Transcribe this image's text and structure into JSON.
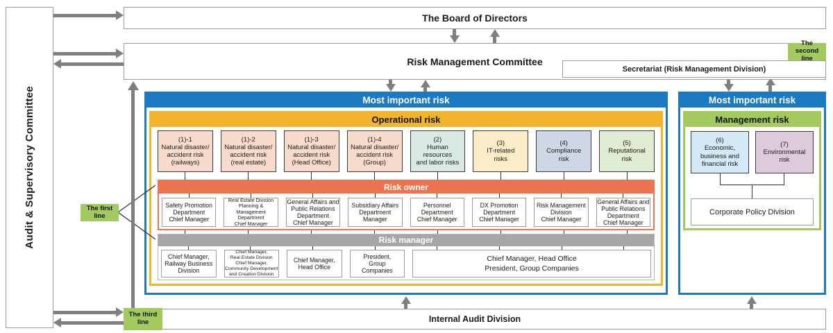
{
  "top": {
    "board": "The Board of Directors",
    "risk_committee": "Risk Management Committee",
    "secretariat": "Secretariat (Risk Management Division)"
  },
  "left": {
    "audit_committee": "Audit & Supervisory Committee"
  },
  "bottom": {
    "internal_audit": "Internal Audit Division"
  },
  "line_labels": {
    "first": "The first line",
    "second": "The second line",
    "third": "The third line"
  },
  "operational_panel": {
    "header": "Most important risk",
    "category": "Operational risk",
    "owner_bar": "Risk owner",
    "manager_bar": "Risk manager",
    "columns": [
      {
        "risk": "(1)-1\nNatural disaster/\naccident risk\n(railways)",
        "owner": "Safety Promotion\nDepartment\nChief Manager",
        "manager": "Chief Manager,\nRailway Business\nDivision"
      },
      {
        "risk": "(1)-2\nNatural disaster/\naccident risk\n(real estate)",
        "owner": "Real Estate Division\nPlanning & Management\nDepartment\nChief Manager",
        "manager": "Chief Manager,\nReal Estate Division\nChief Manager,\nCommunity Development\nand Creation Division"
      },
      {
        "risk": "(1)-3\nNatural disaster/\naccident risk\n(Head Office)",
        "owner": "General Affairs and\nPublic Relations\nDepartment\nChief Manager",
        "manager": "Chief Manager,\nHead Office"
      },
      {
        "risk": "(1)-4\nNatural disaster/\naccident risk\n(Group)",
        "owner": "Subsidiary Affairs\nDepartment\nManager",
        "manager": "President,\nGroup\nCompanies"
      },
      {
        "risk": "(2)\nHuman\nresources\nand labor risks",
        "owner": "Personnel\nDepartment\nChief Manager"
      },
      {
        "risk": "(3)\nIT-related\nrisks",
        "owner": "DX Promotion\nDepartment\nChief Manager"
      },
      {
        "risk": "(4)\nCompliance\nrisk",
        "owner": "Risk Management\nDivision\nChief Manager"
      },
      {
        "risk": "(5)\nReputational\nrisk",
        "owner": "General Affairs and\nPublic Relations\nDepartment\nChief Manager"
      }
    ],
    "shared_manager": "Chief Manager, Head Office\nPresident, Group Companies"
  },
  "management_panel": {
    "header": "Most important risk",
    "category": "Management risk",
    "risks": [
      "(6)\nEconomic,\nbusiness and\nfinancial risk",
      "(7)\nEnvironmental\nrisk"
    ],
    "division": "Corporate Policy Division"
  },
  "colors": {
    "header_blue": "#1b7ac1",
    "operational_gold": "#f2b42c",
    "owner_coral": "#ec7450",
    "manager_gray": "#a6a6a6",
    "management_green": "#a2ca5e",
    "line_label_green": "#a2ca5e",
    "arrow_gray": "#7f7f7f",
    "natural_disaster_pink": "#f9dbcc",
    "human_resources_teal": "#d9eae5",
    "it_cream": "#fdecc8",
    "compliance_bluegray": "#cdd7e5",
    "reputational_green": "#dfecd2",
    "economic_blue": "#d3eaf6",
    "environmental_mauve": "#ddcadc"
  }
}
